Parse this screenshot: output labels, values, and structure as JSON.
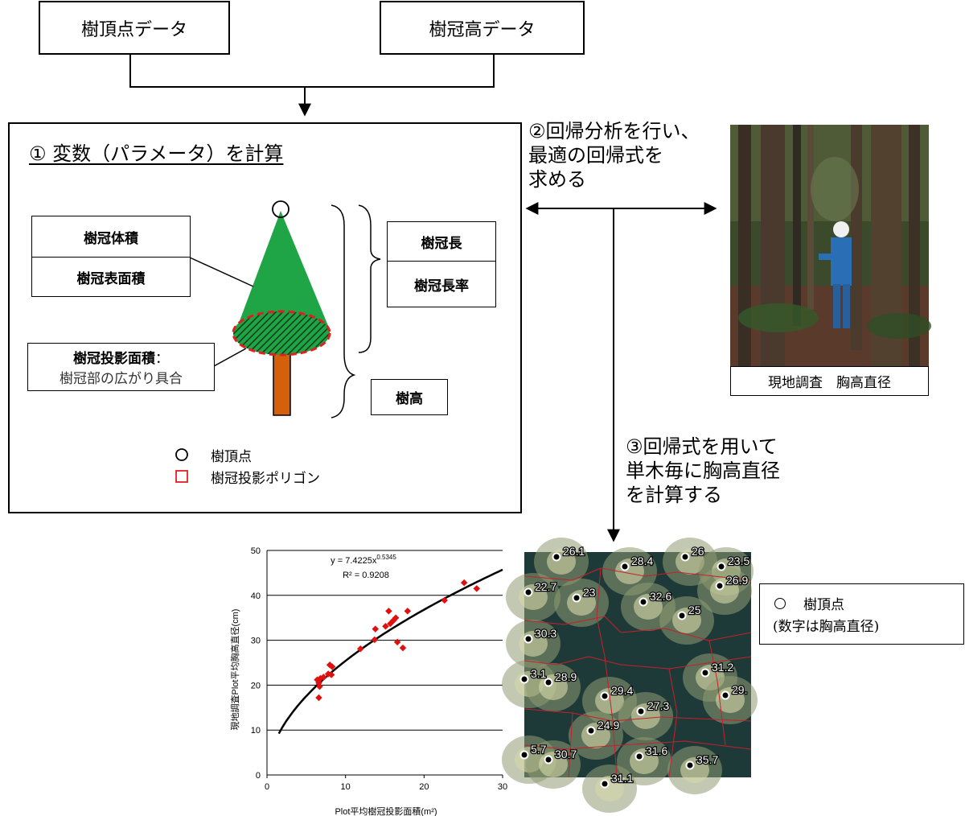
{
  "inputs": {
    "treetop_label": "樹頂点データ",
    "crown_height_label": "樹冠高データ"
  },
  "step1": {
    "title": "①  変数（パラメータ）を計算",
    "crown_volume": "樹冠体積",
    "crown_surface": "樹冠表面積",
    "crown_projection": "樹冠投影面積",
    "crown_projection_colon": "：",
    "crown_projection_desc": "樹冠部の広がり具合",
    "crown_length": "樹冠長",
    "crown_length_ratio": "樹冠長率",
    "tree_height": "樹高",
    "legend_treetop": "樹頂点",
    "legend_polygon": "樹冠投影ポリゴン"
  },
  "step2": {
    "line1": "②回帰分析を行い、",
    "line2": "最適の回帰式を",
    "line3": "求める"
  },
  "photo_caption": "現地調査　胸高直径",
  "step3": {
    "line1": "③回帰式を用いて",
    "line2": "単木毎に胸高直径",
    "line3": "を計算する"
  },
  "map_legend": {
    "line1": "樹頂点",
    "line2": "(数字は胸高直径)"
  },
  "colors": {
    "crown_green": "#1fa446",
    "trunk_orange": "#d4600c",
    "polygon_red": "#e02020",
    "point_red": "#e01010"
  },
  "chart_data": {
    "type": "scatter",
    "equation_prefix": "y = 7.4225x",
    "equation_exp": "0.5345",
    "r2": "R² = 0.9208",
    "xlabel": "Plot平均樹冠投影面積(m²)",
    "ylabel": "現地調査Plot平均胸高直径(cm)",
    "xlim": [
      0,
      30
    ],
    "ylim": [
      0,
      50
    ],
    "xticks": [
      0,
      10,
      20,
      30
    ],
    "yticks": [
      0,
      10,
      20,
      30,
      40,
      50
    ],
    "grid": "horizontal",
    "fit": {
      "a": 7.4225,
      "b": 0.5345,
      "x_from": 1.5,
      "x_to": 30
    },
    "points": [
      [
        6.4,
        21.2
      ],
      [
        6.6,
        20.5
      ],
      [
        6.7,
        19.7
      ],
      [
        6.8,
        21.5
      ],
      [
        6.6,
        17.2
      ],
      [
        7.2,
        21.8
      ],
      [
        7.8,
        22.5
      ],
      [
        8.0,
        24.5
      ],
      [
        8.3,
        24.1
      ],
      [
        8.2,
        22.3
      ],
      [
        11.9,
        28.1
      ],
      [
        13.7,
        30.1
      ],
      [
        13.8,
        32.5
      ],
      [
        15.1,
        33.1
      ],
      [
        15.5,
        36.5
      ],
      [
        15.7,
        33.7
      ],
      [
        16.1,
        34.4
      ],
      [
        16.4,
        35.0
      ],
      [
        16.6,
        29.6
      ],
      [
        17.3,
        28.3
      ],
      [
        17.9,
        36.5
      ],
      [
        22.6,
        38.9
      ],
      [
        25.1,
        42.8
      ],
      [
        26.7,
        41.5
      ]
    ]
  },
  "map_labels": [
    {
      "t": "26.1"
    },
    {
      "t": "28.4"
    },
    {
      "t": "26"
    },
    {
      "t": "23.5"
    },
    {
      "t": "22.7"
    },
    {
      "t": "23"
    },
    {
      "t": "26.9"
    },
    {
      "t": "32.6"
    },
    {
      "t": "25"
    },
    {
      "t": "30.3"
    },
    {
      "t": "31.2"
    },
    {
      "t": "3.1"
    },
    {
      "t": "28.9"
    },
    {
      "t": "29.4"
    },
    {
      "t": "29."
    },
    {
      "t": "27.3"
    },
    {
      "t": "24.9"
    },
    {
      "t": "5.7"
    },
    {
      "t": "31.6"
    },
    {
      "t": "30.7"
    },
    {
      "t": "35.7"
    },
    {
      "t": "31.1"
    }
  ]
}
